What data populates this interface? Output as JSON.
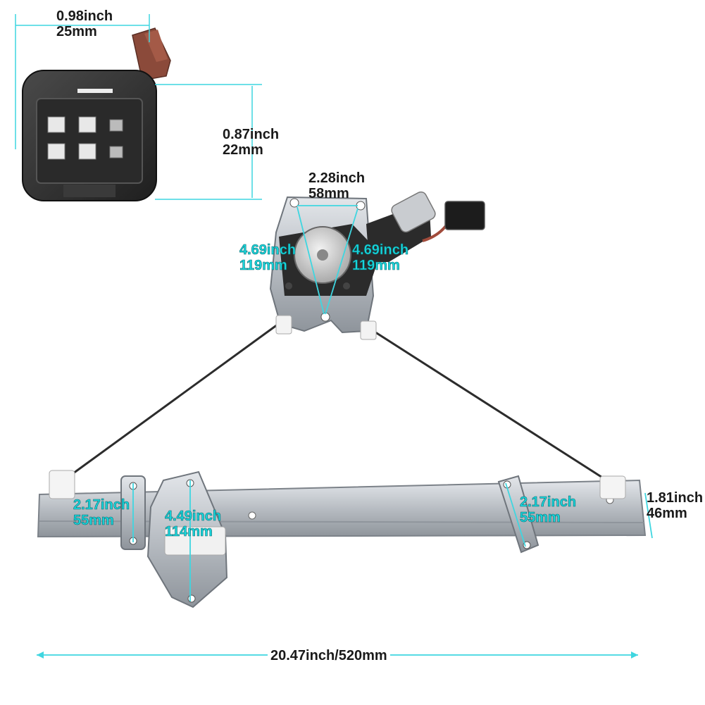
{
  "colors": {
    "dimension_line": "#3fd6e0",
    "label_dark": "#1a1a1a",
    "label_cyan": "#19d6dc",
    "metal": "#b9bec4",
    "plastic_black": "#2b2b2b",
    "wire_brown": "#8b4a3a"
  },
  "dimensions": {
    "connector_width": {
      "inch": "0.98inch",
      "mm": "25mm"
    },
    "connector_height": {
      "inch": "0.87inch",
      "mm": "22mm"
    },
    "motor_top_span": {
      "inch": "2.28inch",
      "mm": "58mm"
    },
    "motor_left_arm": {
      "inch": "4.69inch",
      "mm": "119mm"
    },
    "motor_right_arm": {
      "inch": "4.69inch",
      "mm": "119mm"
    },
    "left_clip_height": {
      "inch": "2.17inch",
      "mm": "55mm"
    },
    "center_bracket_height": {
      "inch": "4.49inch",
      "mm": "114mm"
    },
    "right_clip_height": {
      "inch": "2.17inch",
      "mm": "55mm"
    },
    "rail_height": {
      "inch": "1.81inch",
      "mm": "46mm"
    },
    "overall_length": {
      "label": "20.47inch/520mm"
    }
  }
}
